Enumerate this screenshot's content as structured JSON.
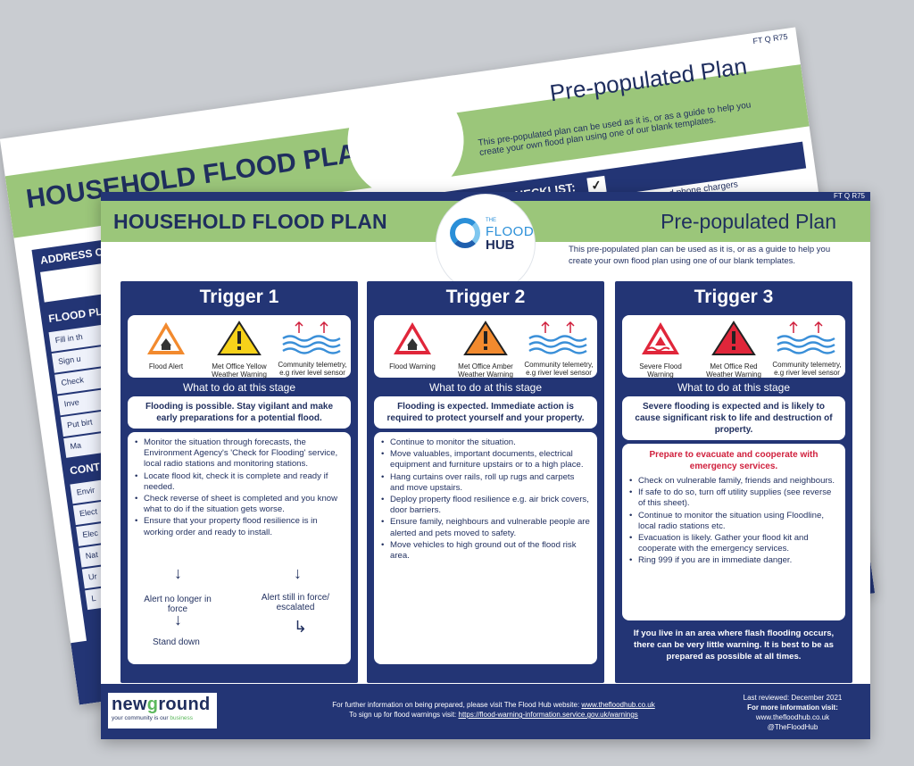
{
  "back_sheet": {
    "ref": "FT Q R75",
    "title": "HOUSEHOLD FLOOD PLAN",
    "subtitle": "Pre-populated Plan",
    "description": "This pre-populated plan can be used as it is, or as a guide to help you create your own flood plan using one of our blank templates.",
    "checklist_title": "FLOOD KIT CHECKLIST:",
    "checklist_item": "Mobile phone and phone chargers",
    "left_heading": "ADDRESS OF",
    "left_panel2": "FLOOD PL",
    "left_panel3": "CONT",
    "rows": [
      "Fill in th",
      "Sign u",
      "Check",
      "Inve",
      "Put birt",
      "Ma",
      "Envir",
      "Elect",
      "Elec",
      "Nat",
      "Ur",
      "L"
    ]
  },
  "front_sheet": {
    "ref": "FT Q R75",
    "title": "HOUSEHOLD FLOOD PLAN",
    "subtitle": "Pre-populated Plan",
    "description": "This pre-populated plan can be used as it is, or as a guide to help you create your own flood plan using one of our blank templates.",
    "logo": {
      "the": "THE",
      "flood": "FLOOD",
      "hub": "HUB"
    },
    "what_to_do": "What to do at this stage",
    "triggers": [
      {
        "title": "Trigger 1",
        "icons": [
          "Flood Alert",
          "Met Office Yellow Weather Warning",
          "Community telemetry, e.g river level sensor"
        ],
        "summary": "Flooding is possible. Stay vigilant and make early preparations for a potential flood.",
        "items": [
          "Monitor the situation through forecasts, the Environment Agency's 'Check for Flooding' service, local radio stations and monitoring stations.",
          "Locate flood kit, check it is complete and ready if needed.",
          "Check reverse of sheet is completed and you know what to do if the situation gets worse.",
          "Ensure that your property flood resilience is in working order and ready to install."
        ],
        "flow": {
          "left": "Alert no longer in force",
          "right": "Alert still in force/ escalated",
          "bottom": "Stand down"
        }
      },
      {
        "title": "Trigger 2",
        "icons": [
          "Flood Warning",
          "Met Office Amber Weather Warning",
          "Community telemetry, e.g river level sensor"
        ],
        "summary": "Flooding is expected. Immediate action is required to protect yourself and your property.",
        "items": [
          "Continue to monitor the situation.",
          "Move valuables, important documents, electrical equipment and furniture upstairs or to a high place.",
          "Hang curtains over rails, roll up rugs and carpets and move upstairs.",
          "Deploy property flood resilience e.g. air brick covers, door barriers.",
          "Ensure family, neighbours and vulnerable people are alerted and pets moved to safety.",
          "Move vehicles to high ground out of the flood risk area."
        ]
      },
      {
        "title": "Trigger 3",
        "icons": [
          "Severe Flood Warning",
          "Met Office Red Weather Warning",
          "Community telemetry, e.g river level sensor"
        ],
        "summary": "Severe flooding is expected and is likely to cause significant risk to life and destruction of property.",
        "highlight": "Prepare to evacuate and cooperate with emergency services.",
        "items": [
          "Check on vulnerable family, friends and neighbours.",
          "If safe to do so, turn off utility supplies (see reverse of this sheet).",
          "Continue to monitor the situation using Floodline, local radio stations etc.",
          "Evacuation is likely. Gather your flood kit and cooperate with the emergency services.",
          "Ring 999 if you are in immediate danger."
        ],
        "footnote": "If you live in an area where flash flooding occurs, there can be very little warning. It is best to be as prepared as possible at all times."
      }
    ],
    "footer": {
      "brand_word_a": "new",
      "brand_word_b": "g",
      "brand_word_c": "round",
      "tagline_a": "your community is our ",
      "tagline_b": "business",
      "line1_prefix": "For further information on being prepared, please visit The Flood Hub website: ",
      "line1_link": "www.thefloodhub.co.uk",
      "line2_prefix": "To sign up for flood warnings visit: ",
      "line2_link": "https://flood-warning-information.service.gov.uk/warnings",
      "reviewed": "Last reviewed: December 2021",
      "more_info": "For more information visit:",
      "site": "www.thefloodhub.co.uk",
      "handle": "@TheFloodHub"
    }
  },
  "colors": {
    "navy": "#233575",
    "green": "#9bc67a",
    "red": "#d0203d",
    "yellow": "#f7d21a",
    "amber": "#f28a2e",
    "alert_red": "#e0263a",
    "wave_blue": "#3a8fd8"
  }
}
